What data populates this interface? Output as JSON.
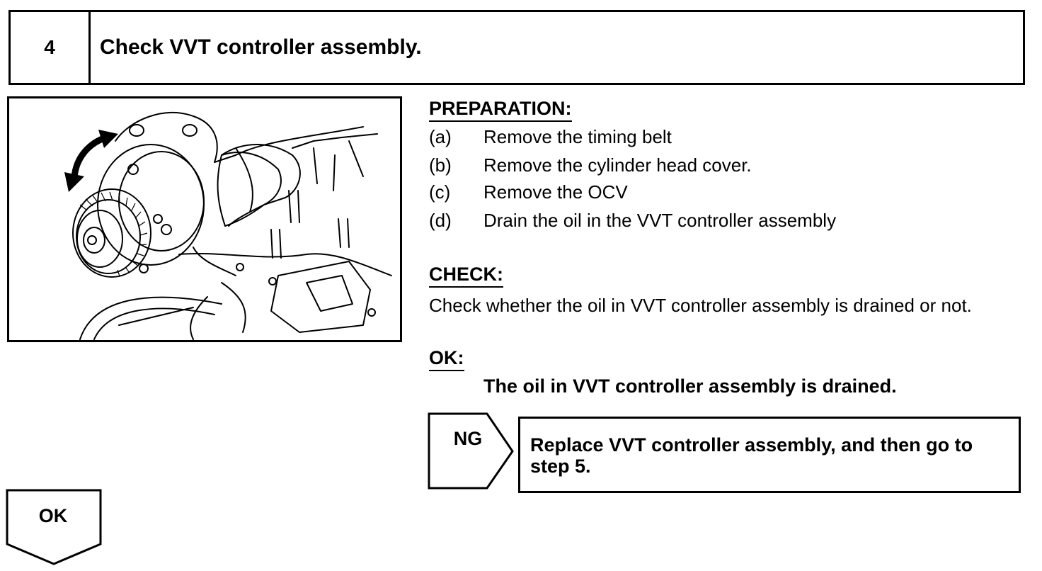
{
  "step": {
    "number": "4",
    "title": "Check VVT controller assembly."
  },
  "illustration": {
    "subject": "vvt-controller-assembly",
    "icon": "rotation-arrow-icon"
  },
  "preparation": {
    "heading": "PREPARATION:",
    "items": [
      {
        "label": "(a)",
        "text": "Remove the timing belt"
      },
      {
        "label": "(b)",
        "text": "Remove the cylinder head cover."
      },
      {
        "label": "(c)",
        "text": "Remove the OCV"
      },
      {
        "label": "(d)",
        "text": "Drain the oil in the VVT controller assembly"
      }
    ]
  },
  "check": {
    "heading": "CHECK:",
    "text": "Check whether the oil in VVT controller assembly is drained or not."
  },
  "ok": {
    "heading": "OK:",
    "result": "The oil in VVT controller assembly is drained."
  },
  "ng": {
    "label": "NG",
    "action": "Replace VVT controller assembly, and then go to step 5."
  },
  "ok_flow": {
    "label": "OK"
  }
}
